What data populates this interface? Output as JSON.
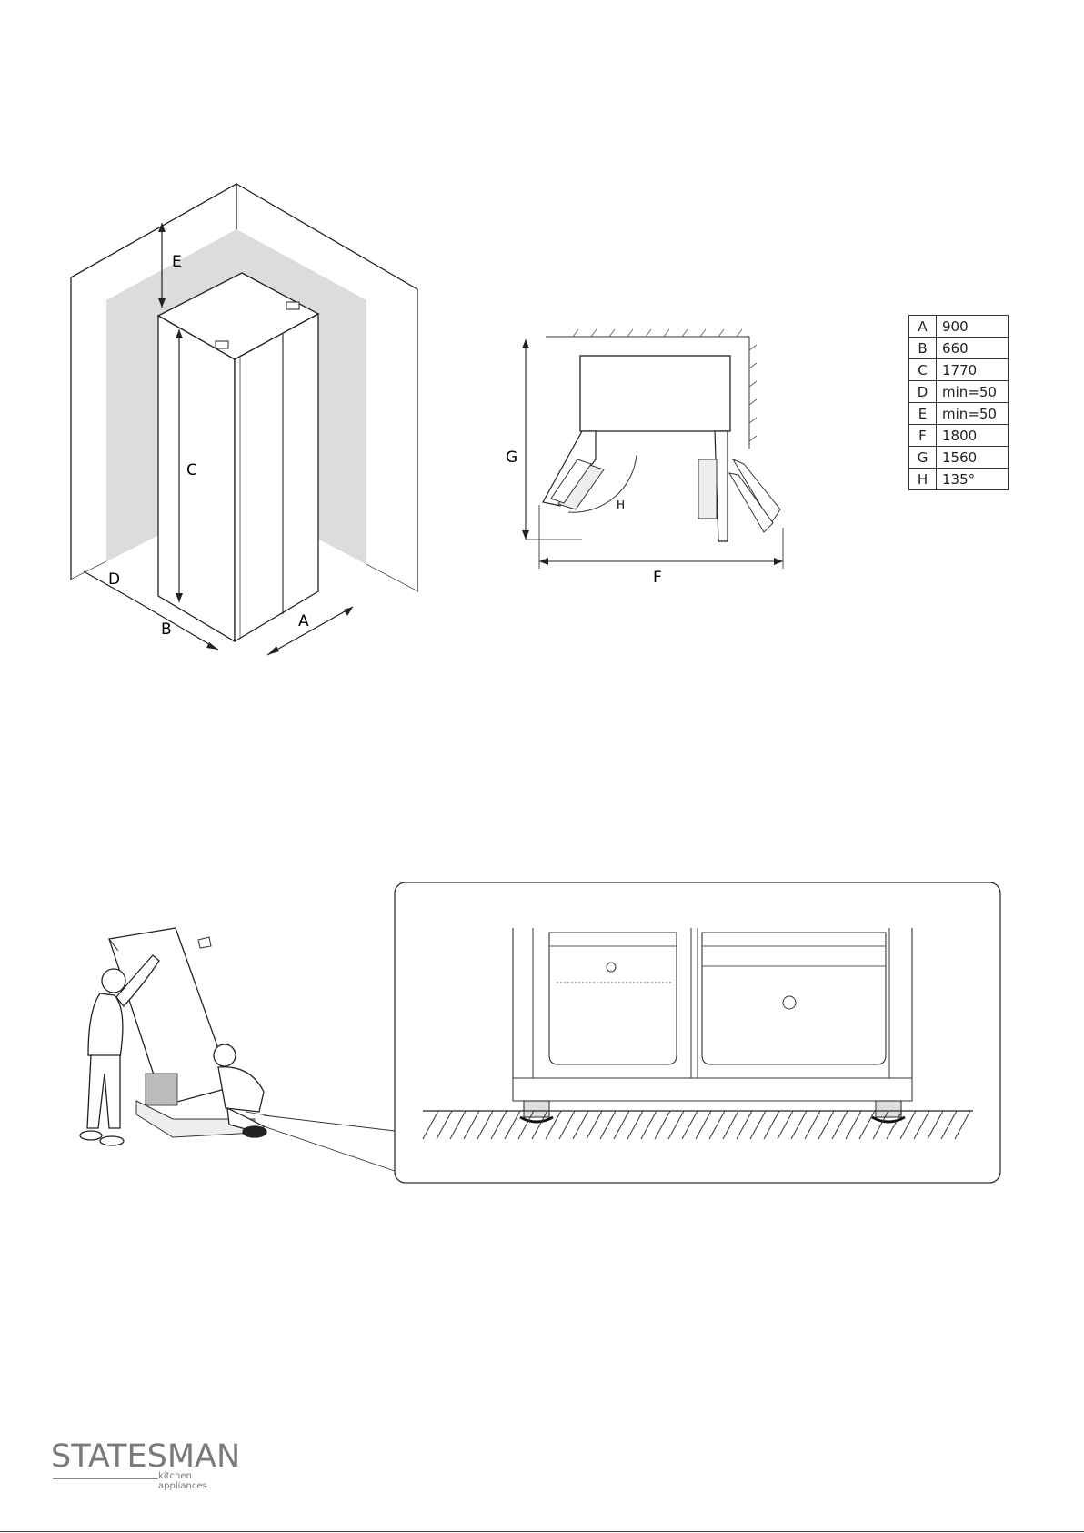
{
  "clearance_figure": {
    "labels": {
      "a": "A",
      "b": "B",
      "c": "C",
      "d": "D",
      "e": "E"
    }
  },
  "door_figure": {
    "labels": {
      "f": "F",
      "g": "G",
      "h": "H"
    }
  },
  "dimensions": [
    {
      "key": "A",
      "value": "900"
    },
    {
      "key": "B",
      "value": "660"
    },
    {
      "key": "C",
      "value": "1770"
    },
    {
      "key": "D",
      "value": "min=50"
    },
    {
      "key": "E",
      "value": "min=50"
    },
    {
      "key": "F",
      "value": "1800"
    },
    {
      "key": "G",
      "value": "1560"
    },
    {
      "key": "H",
      "value": "135°"
    }
  ],
  "brand": {
    "name": "STATESMAN",
    "tagline": "kitchen appliances"
  }
}
